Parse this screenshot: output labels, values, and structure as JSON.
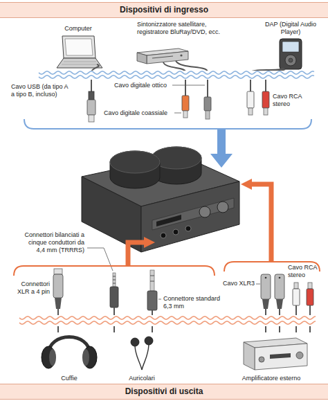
{
  "diagram": {
    "nodes": [
      {
        "text": [
          "Dispositivi di ingresso"
        ]
      },
      {
        "text": [
          "Dispositivi di uscita"
        ]
      }
    ],
    "labels": [
      "Computer",
      "Sintonizzatore satellitare, registratore BluRay/DVD, ecc.",
      "DAP (Digital Audio Player)",
      "Cavo USB (da tipo A a tipo B, incluso)",
      "Cavo digitale ottico",
      "Cavo digitale coassiale",
      "Cavo RCA stereo",
      "Connettori bilanciati a cinque conduttori da 4,4 mm (TRRRS)",
      "Connettori XLR a 4 pin",
      "Connettore standard 6,3 mm",
      "Cavo XLR3",
      "Cavo RCA stereo",
      "Cuffie",
      "Auricolari",
      "Amplificatore esterno"
    ]
  }
}
